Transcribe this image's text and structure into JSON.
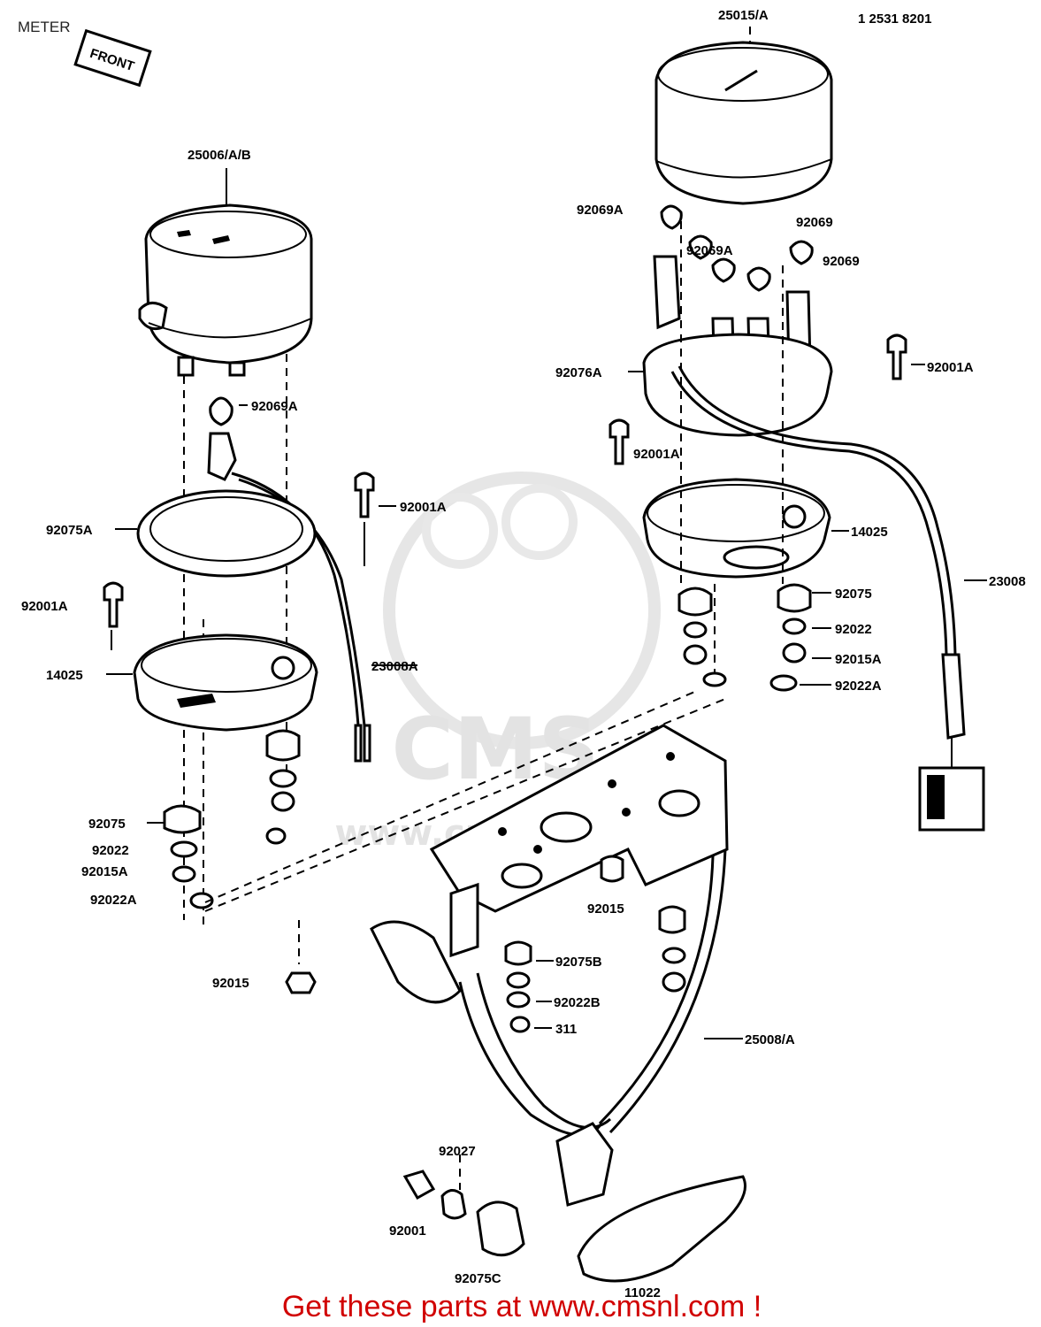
{
  "header": {
    "title": "METER"
  },
  "top_codes": [
    "25015/A",
    "1 2531 8201"
  ],
  "front_tag": "FRONT",
  "footer": {
    "cta": "Get these parts at www.cmsnl.com !"
  },
  "watermark": {
    "brand": "CMS",
    "url": "www.cmsnl.com"
  },
  "labels": [
    "25006/A/B",
    "92069A",
    "92075A",
    "92001A",
    "92001A",
    "14025",
    "23008A",
    "92075",
    "92022",
    "92015A",
    "92022A",
    "92015",
    "92069A",
    "92069",
    "92069A",
    "92069",
    "92076A",
    "92001A",
    "92001A",
    "14025",
    "23008",
    "92075",
    "92022",
    "92015A",
    "92022A",
    "92015",
    "92075B",
    "92022B",
    "311",
    "25008/A",
    "92027",
    "92001",
    "92075C",
    "11022"
  ]
}
